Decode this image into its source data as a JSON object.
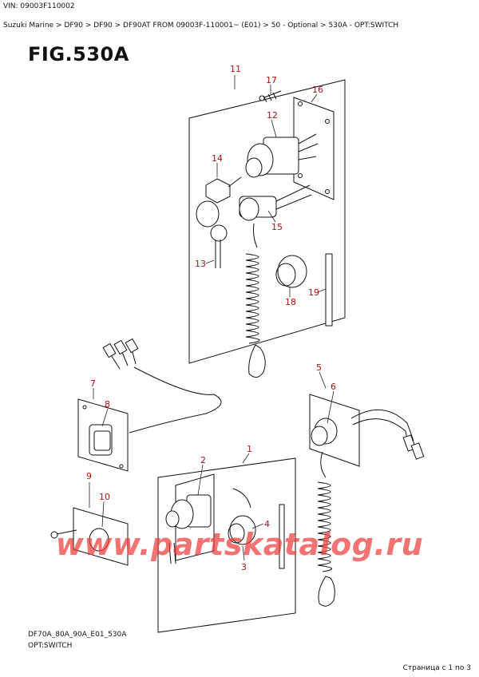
{
  "header": {
    "vin": "VIN: 09003F110002",
    "breadcrumb": "Suzuki Marine > DF90 > DF90 > DF90AT FROM 09003F-110001~ (E01) > 50 - Optional > 530A - OPT:SWITCH"
  },
  "figure": {
    "title": "FIG.530A"
  },
  "labels": [
    "11",
    "17",
    "16",
    "12",
    "14",
    "15",
    "13",
    "18",
    "19",
    "7",
    "8",
    "5",
    "6",
    "9",
    "10",
    "1",
    "2",
    "4",
    "3"
  ],
  "footer": {
    "code": "DF70A_80A_90A_E01_530A",
    "name": "OPT:SWITCH",
    "pager": "Страница с 1 по 3"
  },
  "watermark": "www.partskatalog.ru",
  "colors": {
    "label": "#b01010",
    "watermark": "#ee3c3c"
  }
}
